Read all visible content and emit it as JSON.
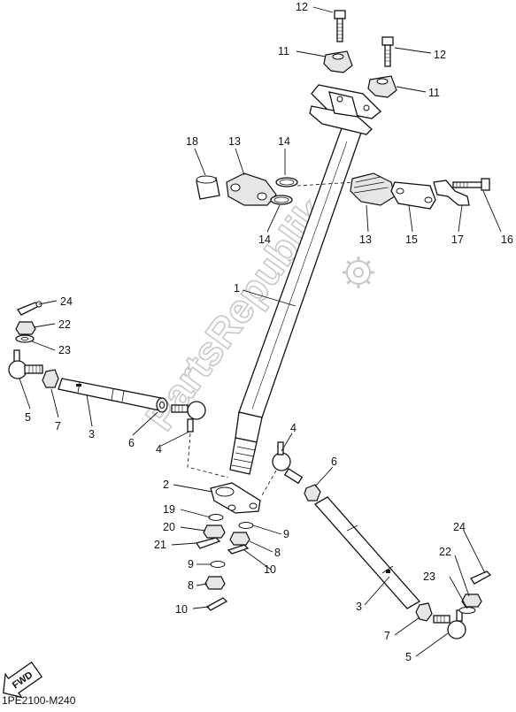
{
  "diagram": {
    "watermark": "PartsRepublik",
    "fwd_label": "FWD",
    "reference_code": "1PE2100-M240",
    "callouts": [
      {
        "id": "c12a",
        "label": "12"
      },
      {
        "id": "c11a",
        "label": "11"
      },
      {
        "id": "c12b",
        "label": "12"
      },
      {
        "id": "c11b",
        "label": "11"
      },
      {
        "id": "c18",
        "label": "18"
      },
      {
        "id": "c13a",
        "label": "13"
      },
      {
        "id": "c14a",
        "label": "14"
      },
      {
        "id": "c14b",
        "label": "14"
      },
      {
        "id": "c13b",
        "label": "13"
      },
      {
        "id": "c15",
        "label": "15"
      },
      {
        "id": "c17",
        "label": "17"
      },
      {
        "id": "c16",
        "label": "16"
      },
      {
        "id": "c1",
        "label": "1"
      },
      {
        "id": "c24a",
        "label": "24"
      },
      {
        "id": "c22a",
        "label": "22"
      },
      {
        "id": "c23a",
        "label": "23"
      },
      {
        "id": "c5a",
        "label": "5"
      },
      {
        "id": "c7a",
        "label": "7"
      },
      {
        "id": "c3a",
        "label": "3"
      },
      {
        "id": "c6a",
        "label": "6"
      },
      {
        "id": "c4a",
        "label": "4"
      },
      {
        "id": "c4b",
        "label": "4"
      },
      {
        "id": "c6b",
        "label": "6"
      },
      {
        "id": "c2",
        "label": "2"
      },
      {
        "id": "c19",
        "label": "19"
      },
      {
        "id": "c20",
        "label": "20"
      },
      {
        "id": "c21",
        "label": "21"
      },
      {
        "id": "c9a",
        "label": "9"
      },
      {
        "id": "c8a",
        "label": "8"
      },
      {
        "id": "c10a",
        "label": "10"
      },
      {
        "id": "c9b",
        "label": "9"
      },
      {
        "id": "c8b",
        "label": "8"
      },
      {
        "id": "c10b",
        "label": "10"
      },
      {
        "id": "c24b",
        "label": "24"
      },
      {
        "id": "c22b",
        "label": "22"
      },
      {
        "id": "c23b",
        "label": "23"
      },
      {
        "id": "c3b",
        "label": "3"
      },
      {
        "id": "c7b",
        "label": "7"
      },
      {
        "id": "c5b",
        "label": "5"
      }
    ]
  }
}
